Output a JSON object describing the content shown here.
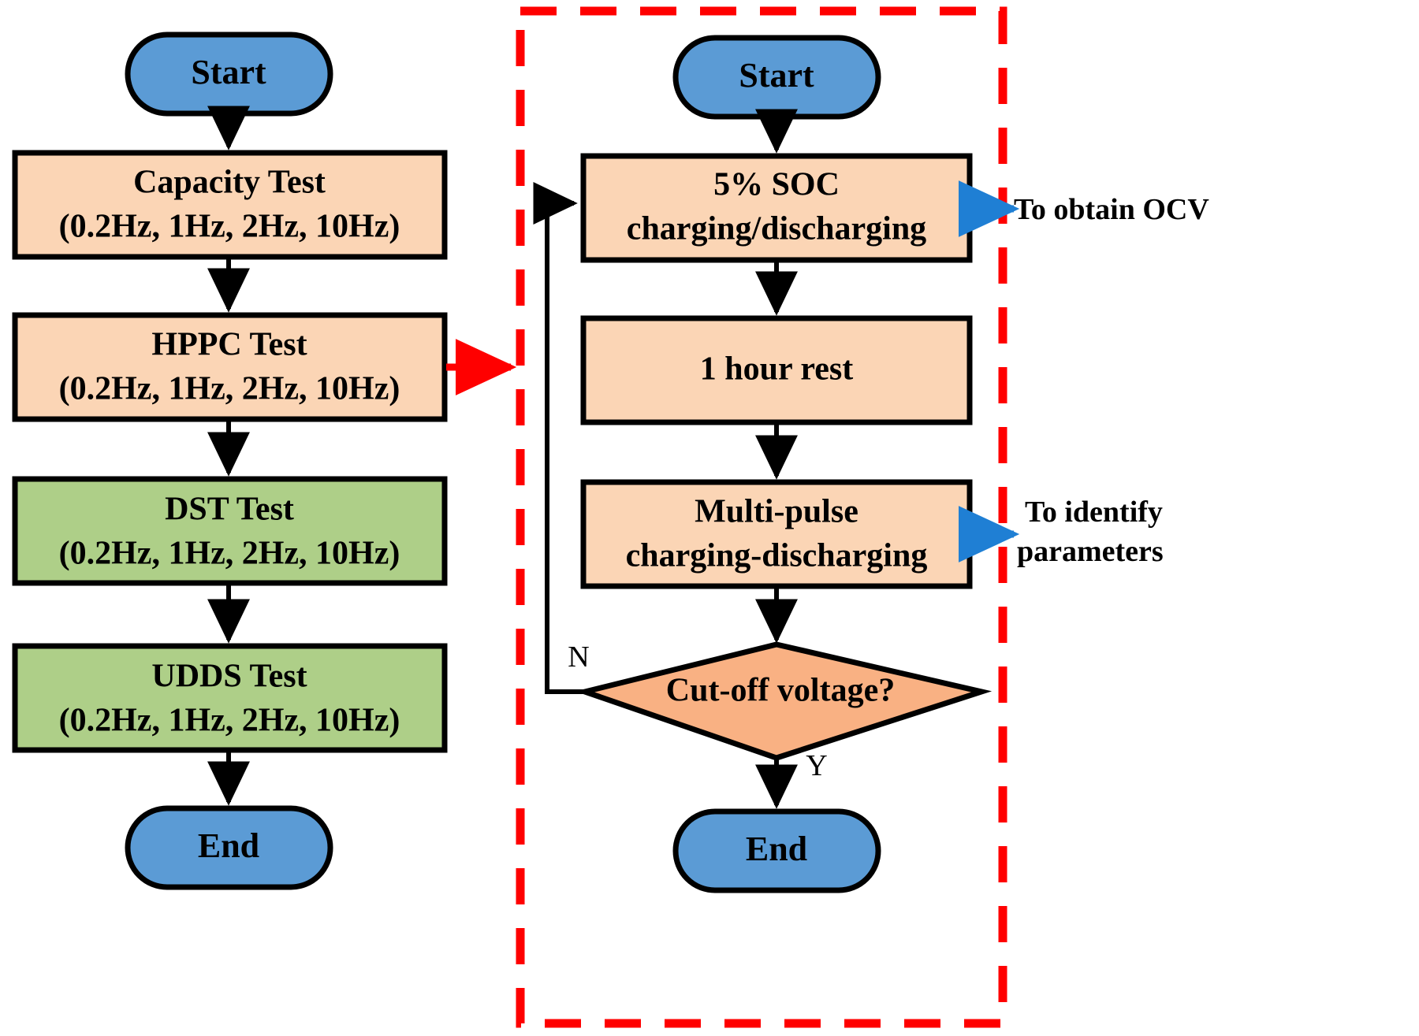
{
  "diagram": {
    "title_present": false,
    "colors": {
      "start_end_fill": "#5B9BD5",
      "process_fill": "#FBD5B5",
      "alt_process_fill": "#AECF88",
      "decision_fill": "#F9B183",
      "outline": "#000000",
      "dashed_group": "#FF0000",
      "red_arrow": "#FF0000",
      "blue_arrow": "#1F7FD4",
      "background": "#FFFFFF"
    },
    "left_flow": {
      "start": "Start",
      "steps": [
        {
          "line1": "Capacity Test",
          "line2": "(0.2Hz, 1Hz, 2Hz, 10Hz)",
          "fill": "process"
        },
        {
          "line1": "HPPC Test",
          "line2": "(0.2Hz, 1Hz, 2Hz, 10Hz)",
          "fill": "process"
        },
        {
          "line1": "DST Test",
          "line2": "(0.2Hz, 1Hz, 2Hz, 10Hz)",
          "fill": "alt"
        },
        {
          "line1": "UDDS Test",
          "line2": "(0.2Hz, 1Hz, 2Hz, 10Hz)",
          "fill": "alt"
        }
      ],
      "end": "End"
    },
    "right_flow": {
      "start": "Start",
      "steps": [
        {
          "line1": "5% SOC",
          "line2": "charging/discharging"
        },
        {
          "line1": "1 hour rest",
          "line2": ""
        },
        {
          "line1": "Multi-pulse",
          "line2": "charging-discharging"
        }
      ],
      "decision": "Cut-off voltage?",
      "decision_no_label": "N",
      "decision_yes_label": "Y",
      "end": "End"
    },
    "annotations": [
      {
        "line1": "To obtain OCV",
        "line2": ""
      },
      {
        "line1": "To identify",
        "line2": "parameters"
      }
    ]
  }
}
